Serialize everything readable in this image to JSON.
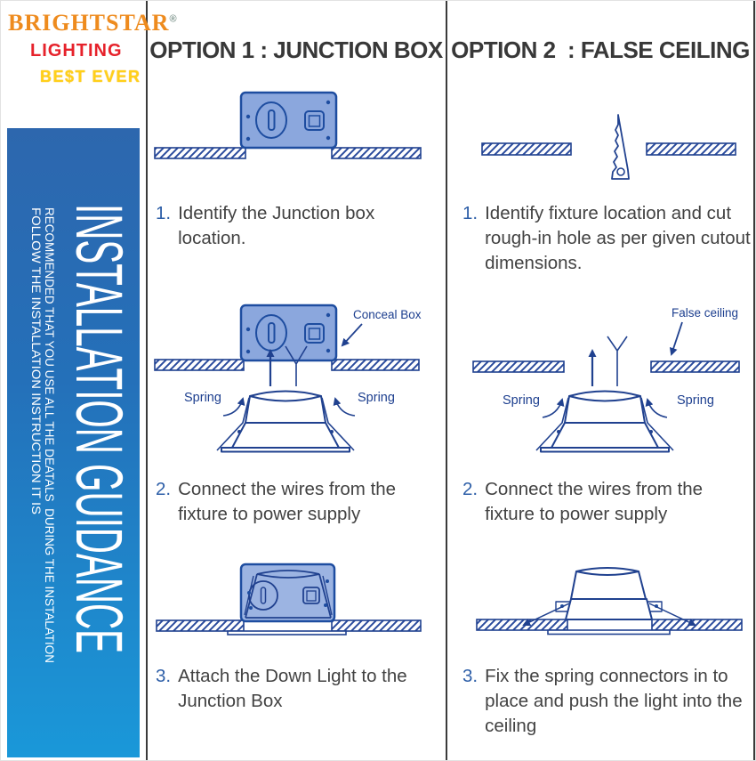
{
  "brand": {
    "name": "BRIGHTSTAR",
    "registered": "®",
    "line2": "LIGHTING",
    "tagline": "BE$T EVER"
  },
  "sidebar": {
    "title": "INSTALLATION GUIDANCE",
    "note_line1": "FOLLOW THE INSTALLATION INSTRUCTION IT IS",
    "note_line2": "RECOMMENDED THAT YOU USE ALL THE DEATALS  DURING THE INSTALATION"
  },
  "option1": {
    "header": "OPTION 1 : JUNCTION BOX",
    "step1_num": "1.",
    "step1": "Identify the Junction box location.",
    "step2_num": "2.",
    "step2": "Connect the wires from the fixture to power supply",
    "step3_num": "3.",
    "step3": "Attach the Down Light to the Junction Box",
    "label_conceal": "Conceal Box",
    "label_spring_left": "Spring",
    "label_spring_right": "Spring"
  },
  "option2": {
    "header": "OPTION 2  : FALSE CEILING",
    "step1_num": "1.",
    "step1": "Identify fixture location and cut rough-in hole as per given cutout dimensions.",
    "step2_num": "2.",
    "step2": "Connect the wires from the fixture to power supply",
    "step3_num": "3.",
    "step3": "Fix the spring connectors in to place and push the light into the ceiling",
    "label_false_ceiling": "False ceiling",
    "label_spring_left": "Spring",
    "label_spring_right": "Spring"
  },
  "colors": {
    "sidebar_top": "#2d67ae",
    "sidebar_bottom": "#1a98d9",
    "line_art": "#20418f",
    "box_fill": "#8ba7dd",
    "step_number": "#2e5fa8",
    "header_text": "#383838",
    "brand_orange": "#ee8b1e",
    "brand_red": "#e6222b",
    "brand_yellow": "#ffd01a"
  }
}
